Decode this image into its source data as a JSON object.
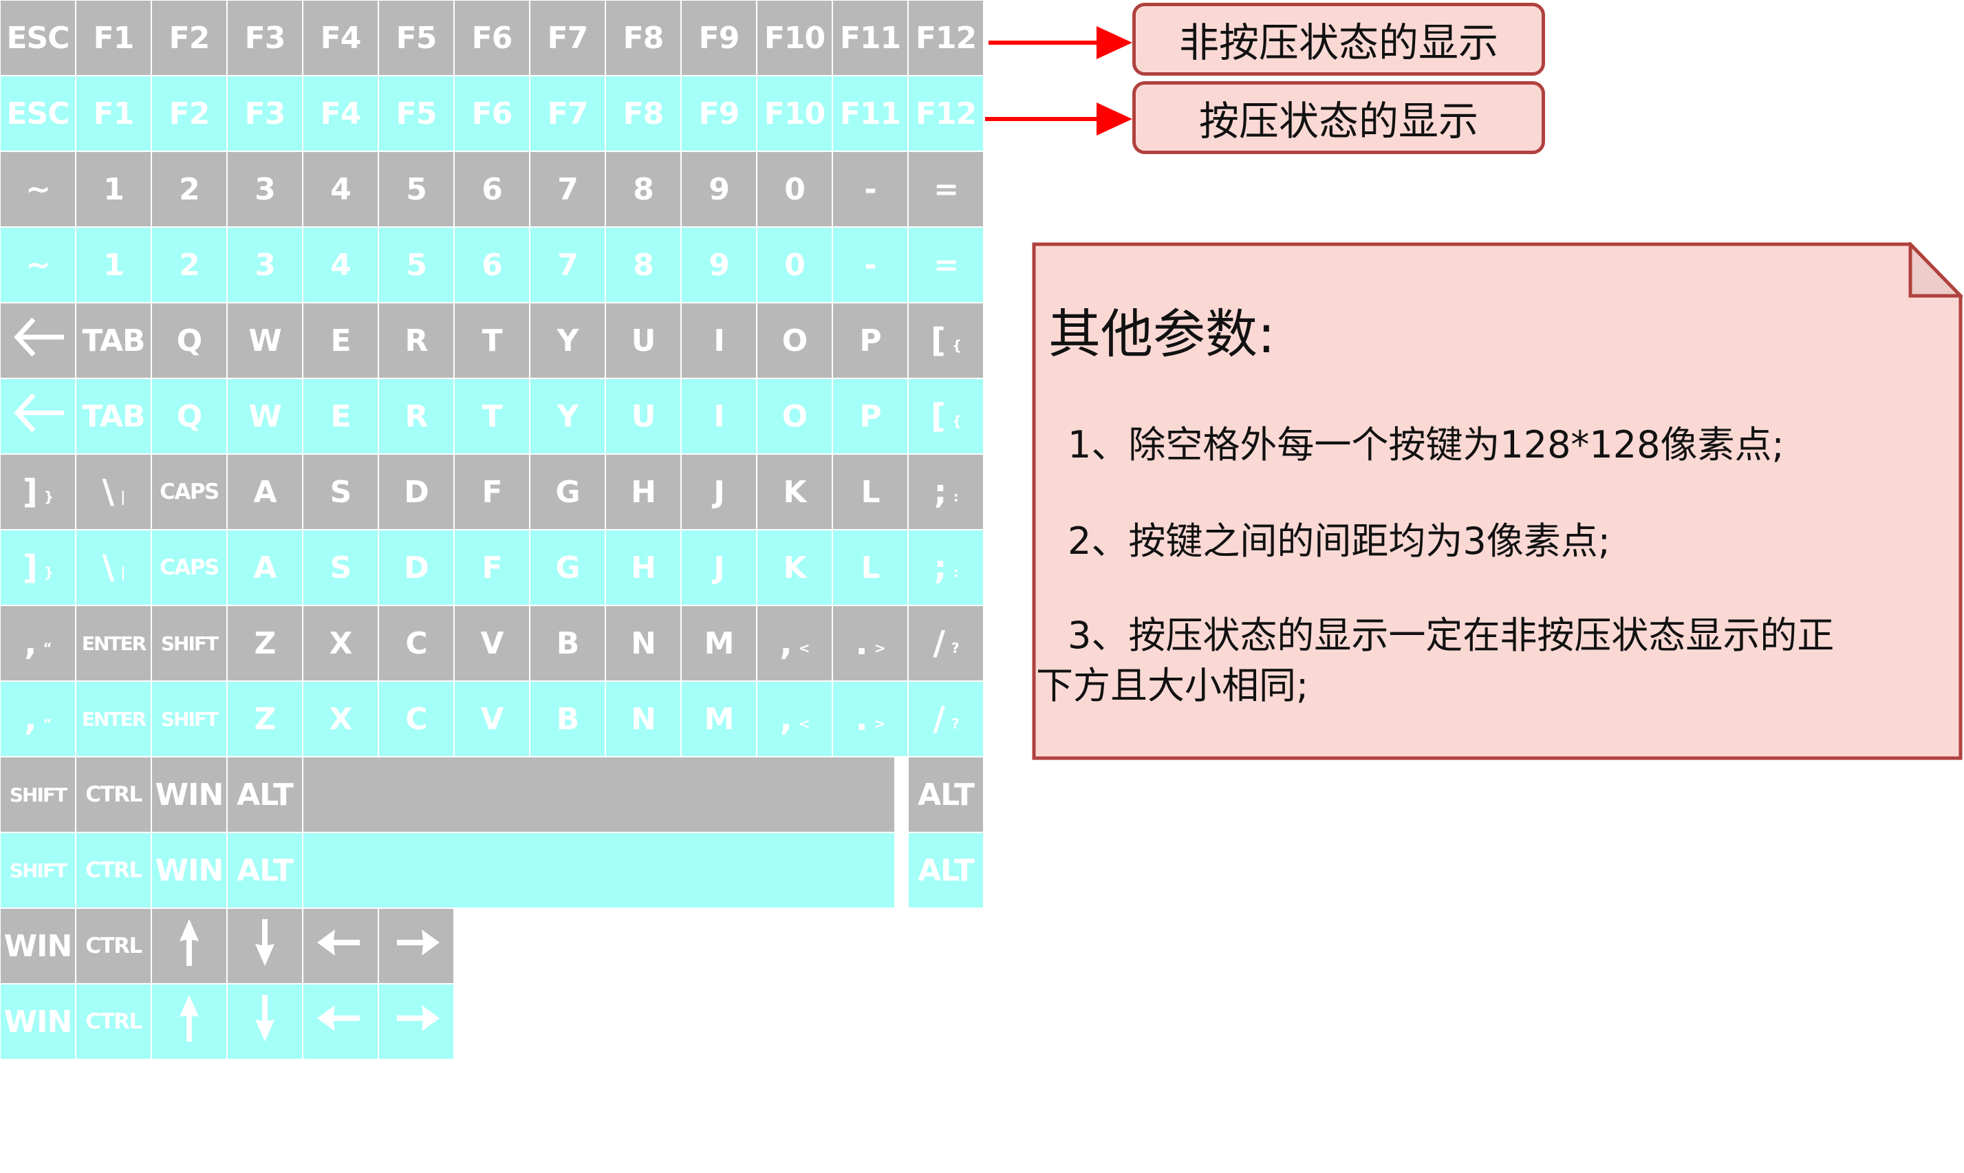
{
  "colors": {
    "key_normal": "#B8B8B8",
    "key_pressed": "#A3FFF8",
    "key_text": "#FFFFFF",
    "label_fill": "#FAD9D5",
    "label_border": "#B0413E",
    "arrow": "#FF0000"
  },
  "keyboard": {
    "key_rows": [
      {
        "keys": [
          {
            "label": "ESC"
          },
          {
            "label": "F1"
          },
          {
            "label": "F2"
          },
          {
            "label": "F3"
          },
          {
            "label": "F4"
          },
          {
            "label": "F5"
          },
          {
            "label": "F6"
          },
          {
            "label": "F7"
          },
          {
            "label": "F8"
          },
          {
            "label": "F9"
          },
          {
            "label": "F10"
          },
          {
            "label": "F11"
          },
          {
            "label": "F12"
          }
        ]
      },
      {
        "keys": [
          {
            "label": "~"
          },
          {
            "label": "1"
          },
          {
            "label": "2"
          },
          {
            "label": "3"
          },
          {
            "label": "4"
          },
          {
            "label": "5"
          },
          {
            "label": "6"
          },
          {
            "label": "7"
          },
          {
            "label": "8"
          },
          {
            "label": "9"
          },
          {
            "label": "0"
          },
          {
            "label": "-"
          },
          {
            "label": "="
          }
        ]
      },
      {
        "keys": [
          {
            "icon": "backspace-arrow-icon"
          },
          {
            "label": "TAB"
          },
          {
            "label": "Q"
          },
          {
            "label": "W"
          },
          {
            "label": "E"
          },
          {
            "label": "R"
          },
          {
            "label": "T"
          },
          {
            "label": "Y"
          },
          {
            "label": "U"
          },
          {
            "label": "I"
          },
          {
            "label": "O"
          },
          {
            "label": "P"
          },
          {
            "label": "[",
            "sub": "{"
          }
        ]
      },
      {
        "keys": [
          {
            "label": "]",
            "sub": "}"
          },
          {
            "label": "\\",
            "sub": "|"
          },
          {
            "label": "CAPS"
          },
          {
            "label": "A"
          },
          {
            "label": "S"
          },
          {
            "label": "D"
          },
          {
            "label": "F"
          },
          {
            "label": "G"
          },
          {
            "label": "H"
          },
          {
            "label": "J"
          },
          {
            "label": "K"
          },
          {
            "label": "L"
          },
          {
            "label": ";",
            "sub": ":"
          }
        ]
      },
      {
        "keys": [
          {
            "label": ",",
            "sub": "“"
          },
          {
            "label": "ENTER"
          },
          {
            "label": "SHIFT"
          },
          {
            "label": "Z"
          },
          {
            "label": "X"
          },
          {
            "label": "C"
          },
          {
            "label": "V"
          },
          {
            "label": "B"
          },
          {
            "label": "N"
          },
          {
            "label": "M"
          },
          {
            "label": ",",
            "sub": "<"
          },
          {
            "label": ".",
            "sub": ">"
          },
          {
            "label": "/",
            "sub": "?"
          }
        ]
      },
      {
        "keys": [
          {
            "label": "SHIFT"
          },
          {
            "label": "CTRL"
          },
          {
            "label": "WIN"
          },
          {
            "label": "ALT"
          },
          {
            "label": "",
            "space": true
          },
          {
            "label": "ALT",
            "right": true
          }
        ]
      },
      {
        "keys": [
          {
            "label": "WIN"
          },
          {
            "label": "CTRL"
          },
          {
            "icon": "arrow-up-icon"
          },
          {
            "icon": "arrow-down-icon"
          },
          {
            "icon": "arrow-left-icon"
          },
          {
            "icon": "arrow-right-icon"
          }
        ]
      }
    ]
  },
  "legend": {
    "normal_label": "非按压状态的显示",
    "pressed_label": "按压状态的显示"
  },
  "note": {
    "title": "其他参数:",
    "lines": [
      "1、除空格外每一个按键为128*128像素点;",
      "2、按键之间的间距均为3像素点;",
      "3、按压状态的显示一定在非按压状态显示的正",
      "下方且大小相同;"
    ]
  }
}
